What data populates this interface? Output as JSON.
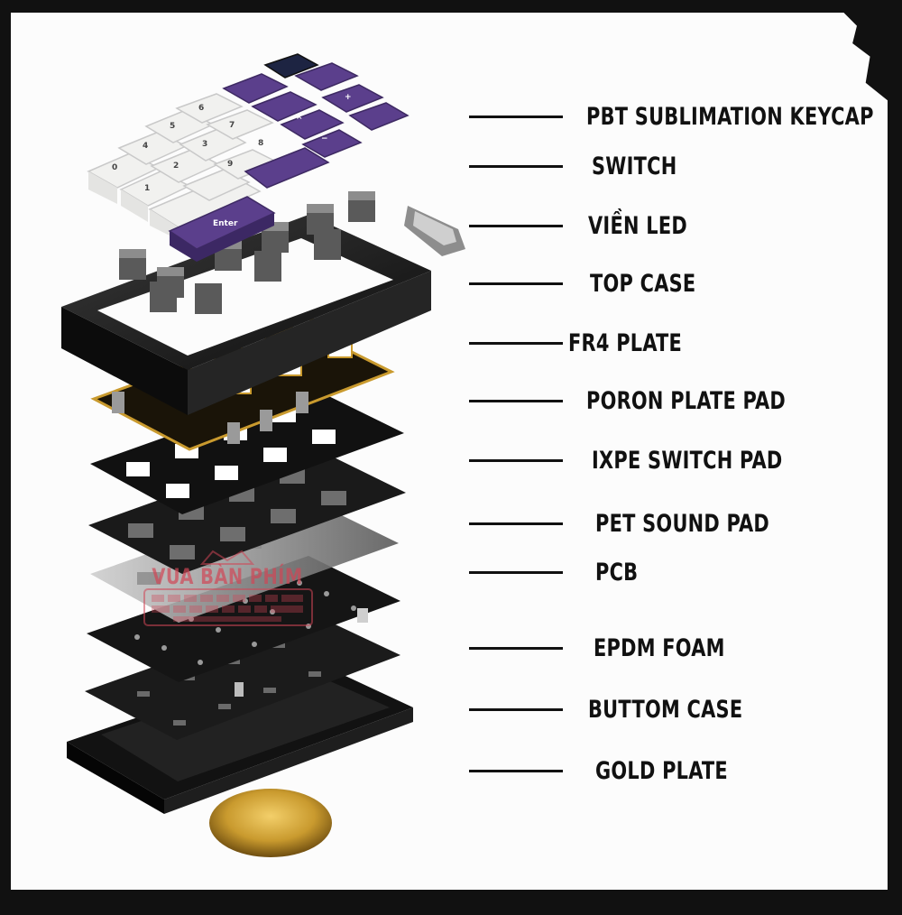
{
  "labels": [
    "PBT SUBLIMATION KEYCAP",
    "SWITCH",
    "VIỀN LED",
    "TOP CASE",
    "FR4 PLATE",
    "PORON PLATE  PAD",
    "IXPE SWITCH PAD",
    "PET SOUND PAD",
    "PCB",
    "EPDM FOAM",
    "BUTTOM CASE",
    "GOLD PLATE"
  ],
  "keycap_legends": {
    "white": [
      "0",
      "1",
      "2",
      "3",
      "4",
      "5",
      "6",
      "7",
      "8",
      "9"
    ],
    "purple": [
      "×",
      "−",
      "+",
      "Enter"
    ]
  },
  "watermark": {
    "text": "VUA BÀN PHÍM"
  },
  "colors": {
    "background": "#fcfcfc",
    "border": "#111111",
    "label_text": "#111111",
    "purple_keycap": "#5b3f8c",
    "white_keycap": "#f1f1ef",
    "case_black": "#1a1a1a",
    "gold": "#c99a2e",
    "watermark": "#d04656"
  }
}
